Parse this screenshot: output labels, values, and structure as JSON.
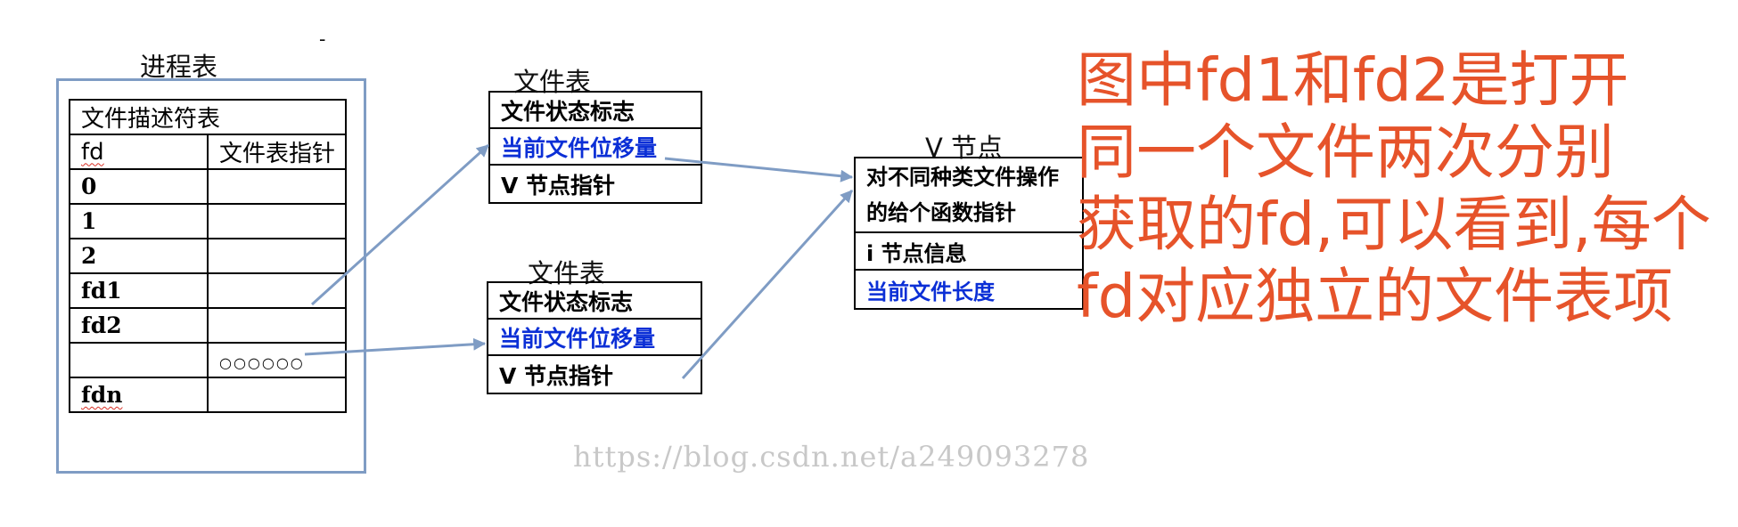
{
  "process_table": {
    "title": "进程表",
    "header": "文件描述符表",
    "col_fd": "fd",
    "col_ptr": "文件表指针",
    "rows": [
      "0",
      "1",
      "2",
      "fd1",
      "fd2",
      "",
      "fdn"
    ],
    "ellipsis": "○○○○○○"
  },
  "file_table_1": {
    "title": "文件表",
    "rows": [
      "文件状态标志",
      "当前文件位移量",
      "V 节点指针"
    ]
  },
  "file_table_2": {
    "title": "文件表",
    "rows": [
      "文件状态标志",
      "当前文件位移量",
      "V 节点指针"
    ]
  },
  "vnode": {
    "title": "V 节点",
    "op_line1": "对不同种类文件操作",
    "op_line2": "的给个函数指针",
    "inode": "i 节点信息",
    "length": "当前文件长度"
  },
  "note": {
    "lines": [
      "图中fd1和fd2是打开",
      "同一个文件两次分别",
      "获取的fd,可以看到,每个",
      "fd对应独立的文件表项"
    ],
    "color": "#e6532a"
  },
  "stray_mark": "-",
  "watermark": "https://blog.csdn.net/a249093278",
  "colors": {
    "arrow": "#7f9cc4",
    "frame": "#7f9cc4",
    "highlight_text": "#0b2fd6"
  }
}
